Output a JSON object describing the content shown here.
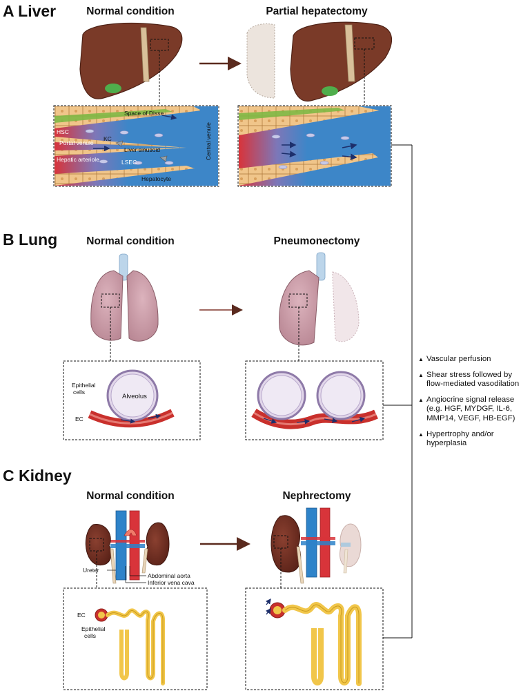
{
  "sections": {
    "liver": {
      "title": "A Liver",
      "left_title": "Normal condition",
      "right_title": "Partial hepatectomy",
      "labels": {
        "space_of_disse": "Space of Disse",
        "hsc": "HSC",
        "portal_venule": "Portal venule",
        "kc": "KC",
        "liver_sinusoid": "Liver sinusoid",
        "hepatic_arteriole": "Hepatic arteriole",
        "lsec": "LSEC",
        "hepatocyte": "Hepatocyte",
        "central_venule": "Central venule"
      }
    },
    "lung": {
      "title": "B Lung",
      "left_title": "Normal condition",
      "right_title": "Pneumonectomy",
      "labels": {
        "epithelial_cells": "Epithelial cells",
        "alveolus": "Alveolus",
        "ec": "EC"
      }
    },
    "kidney": {
      "title": "C Kidney",
      "left_title": "Normal condition",
      "right_title": "Nephrectomy",
      "labels": {
        "ureter": "Ureter",
        "abdominal_aorta": "Abdominal aorta",
        "inferior_vena_cava": "Inferior vena cava",
        "ec": "EC",
        "epithelial_cells": "Epithelial cells"
      }
    }
  },
  "outcomes": [
    "Vascular perfusion",
    "Shear stress followed by flow-mediated vasodilation",
    "Angiocrine signal release (e.g. HGF, MYDGF, IL-6, MMP14, VEGF, HB-EGF)",
    "Hypertrophy and/or hyperplasia"
  ],
  "colors": {
    "liver": "#7a3a28",
    "blood_blue": "#3d86c8",
    "blood_red": "#d8343a",
    "hepatocyte": "#f0c58a",
    "lung": "#cfa2ad",
    "capillary": "#c9302c",
    "kidney": "#6b2c22",
    "tubule": "#f1c64a"
  }
}
